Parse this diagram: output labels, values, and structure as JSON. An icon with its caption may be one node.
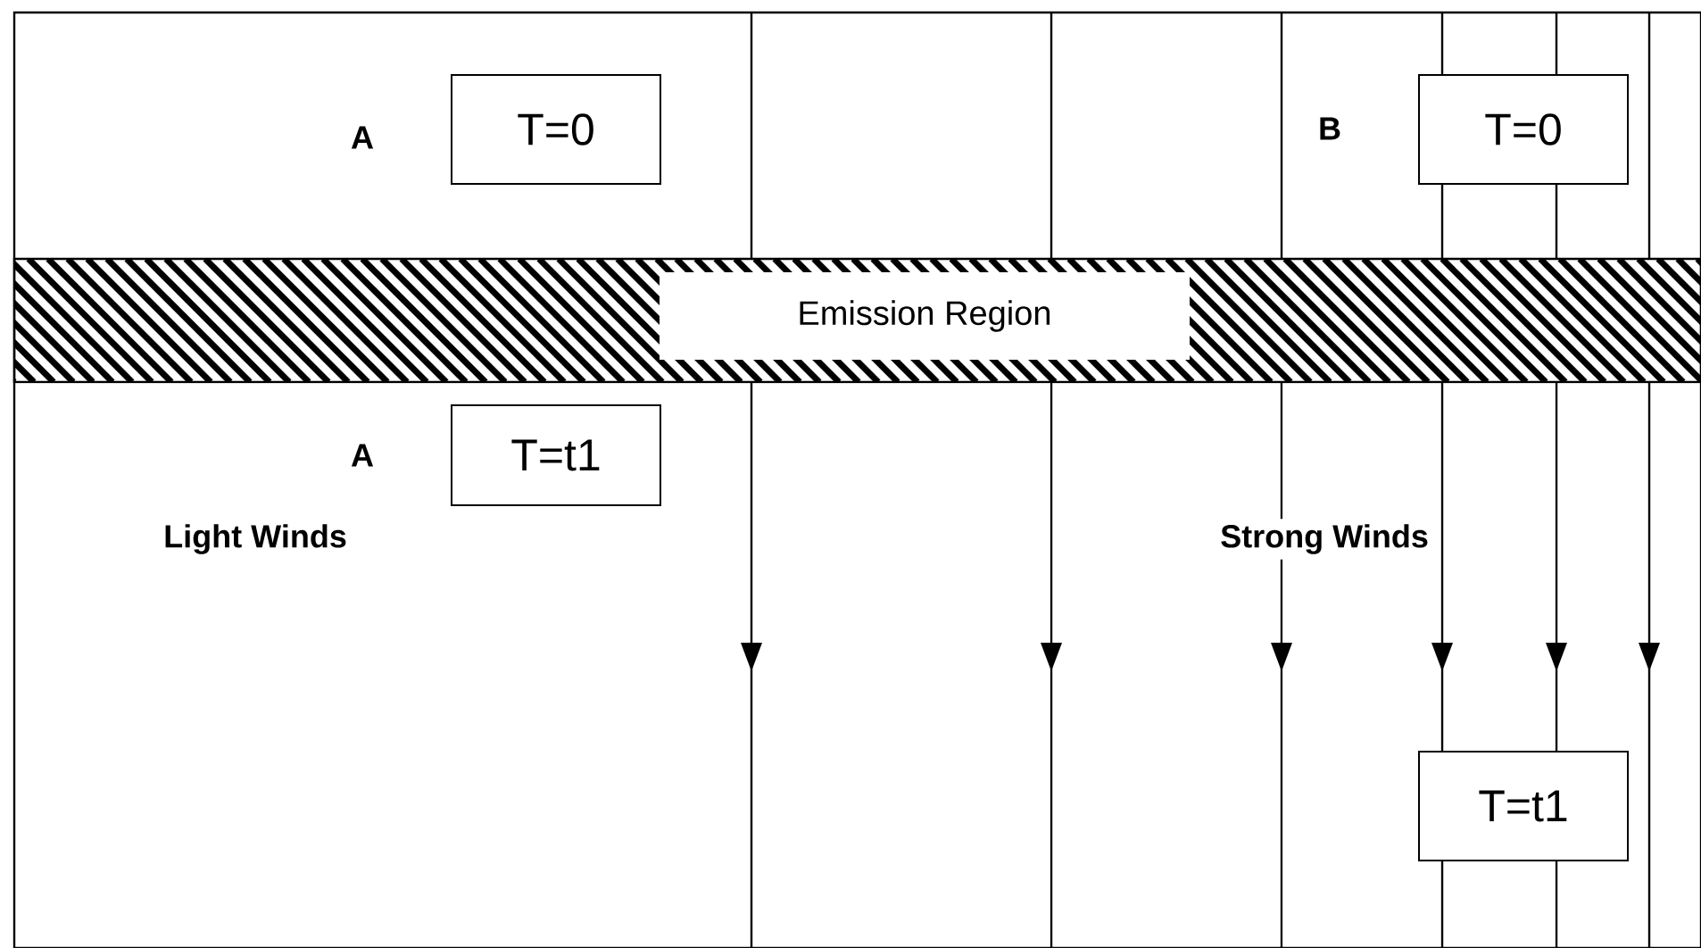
{
  "diagram": {
    "nodes": [
      {
        "text": [
          "T=0"
        ]
      },
      {
        "text": [
          "T=0"
        ]
      },
      {
        "text": [
          "Emission Region"
        ]
      },
      {
        "text": [
          "T=t1"
        ]
      },
      {
        "text": [
          "T=t1"
        ]
      }
    ],
    "labels": [
      "A",
      "B",
      "A",
      "Light Winds",
      "Strong Winds"
    ]
  }
}
